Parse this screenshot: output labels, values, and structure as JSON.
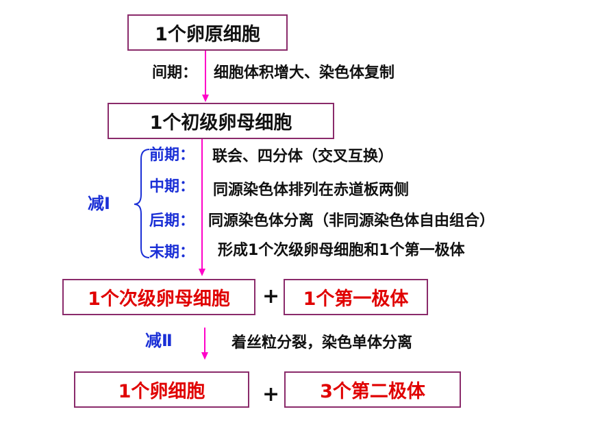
{
  "colors": {
    "box_border": "#8a2a6a",
    "arrow": "#ff00c8",
    "red": "#e00000",
    "blue": "#1a2fd6",
    "black": "#111111"
  },
  "boxes": {
    "oogonium": "1个卵原细胞",
    "primary_oocyte": "1个初级卵母细胞",
    "secondary_oocyte": "1个次级卵母细胞",
    "first_polar_body": "1个第一极体",
    "ovum": "1个卵细胞",
    "second_polar_bodies": "3个第二极体"
  },
  "interphase": {
    "label": "间期：",
    "desc": "细胞体积增大、染色体复制"
  },
  "meiosis1": {
    "label": "减Ⅰ",
    "stages": [
      {
        "label": "前期：",
        "desc": "联会、四分体（交叉互换）"
      },
      {
        "label": "中期：",
        "desc": "同源染色体排列在赤道板两侧"
      },
      {
        "label": "后期：",
        "desc": "同源染色体分离（非同源染色体自由组合）"
      },
      {
        "label": "末期：",
        "desc": "形成1个次级卵母细胞和1个第一极体"
      }
    ]
  },
  "meiosis2": {
    "label": "减Ⅱ",
    "desc": "着丝粒分裂，染色单体分离"
  },
  "plus": "+"
}
